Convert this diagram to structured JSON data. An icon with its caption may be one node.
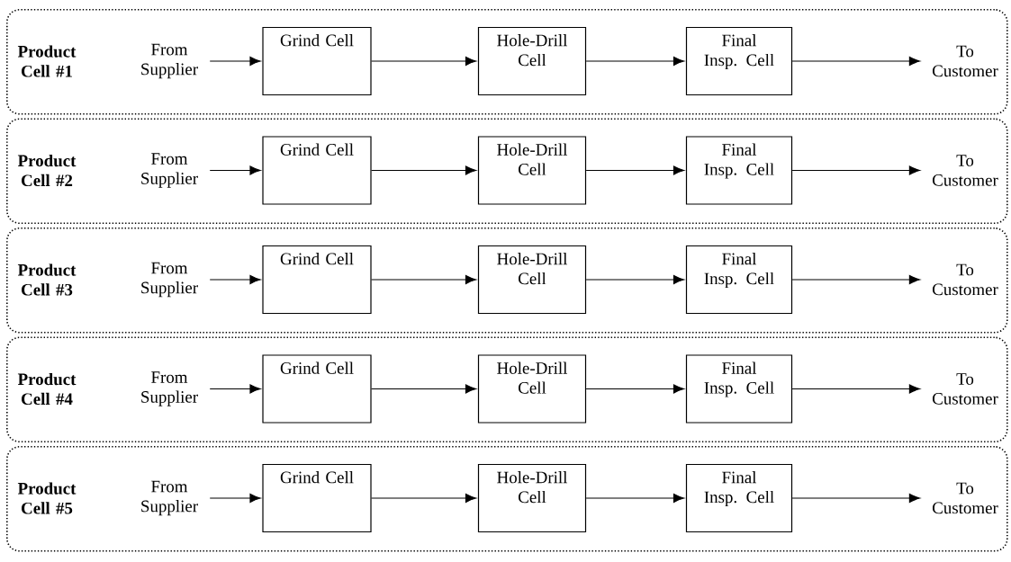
{
  "diagram": {
    "nodes": [
      {
        "text": [
          "Product Cell #1"
        ]
      },
      {
        "text": [
          "From Supplier"
        ],
        "in": 0
      },
      {
        "text": [
          "Grind Cell"
        ],
        "in": 0
      },
      {
        "text": [
          "Hole-Drill Cell"
        ],
        "in": 0
      },
      {
        "text": [
          "Final Insp. Cell"
        ],
        "in": 0
      },
      {
        "text": [
          "To Customer"
        ],
        "in": 0
      },
      {
        "text": [
          "Product Cell #2"
        ]
      },
      {
        "text": [
          "From Supplier"
        ],
        "in": 6
      },
      {
        "text": [
          "Grind Cell"
        ],
        "in": 6
      },
      {
        "text": [
          "Hole-Drill Cell"
        ],
        "in": 6
      },
      {
        "text": [
          "Final Insp. Cell"
        ],
        "in": 6
      },
      {
        "text": [
          "To Customer"
        ],
        "in": 6
      },
      {
        "text": [
          "Product Cell #3"
        ]
      },
      {
        "text": [
          "From Supplier"
        ],
        "in": 12
      },
      {
        "text": [
          "Grind Cell"
        ],
        "in": 12
      },
      {
        "text": [
          "Hole-Drill Cell"
        ],
        "in": 12
      },
      {
        "text": [
          "Final Insp. Cell"
        ],
        "in": 12
      },
      {
        "text": [
          "To Customer"
        ],
        "in": 12
      },
      {
        "text": [
          "Product Cell #4"
        ]
      },
      {
        "text": [
          "From Supplier"
        ],
        "in": 18
      },
      {
        "text": [
          "Grind Cell"
        ],
        "in": 18
      },
      {
        "text": [
          "Hole-Drill Cell"
        ],
        "in": 18
      },
      {
        "text": [
          "Final Insp. Cell"
        ],
        "in": 18
      },
      {
        "text": [
          "To Customer"
        ],
        "in": 18
      },
      {
        "text": [
          "Product Cell #5"
        ]
      },
      {
        "text": [
          "From Supplier"
        ],
        "in": 24
      },
      {
        "text": [
          "Grind Cell"
        ],
        "in": 24
      },
      {
        "text": [
          "Hole-Drill Cell"
        ],
        "in": 24
      },
      {
        "text": [
          "Final Insp. Cell"
        ],
        "in": 24
      },
      {
        "text": [
          "To Customer"
        ],
        "in": 24
      }
    ],
    "edges": [
      {
        "from": 1,
        "to": 2,
        "arrow": "to"
      },
      {
        "from": 2,
        "to": 3,
        "arrow": "to"
      },
      {
        "from": 3,
        "to": 4,
        "arrow": "to"
      },
      {
        "from": 4,
        "to": 5,
        "arrow": "to"
      },
      {
        "from": 7,
        "to": 8,
        "arrow": "to"
      },
      {
        "from": 8,
        "to": 9,
        "arrow": "to"
      },
      {
        "from": 9,
        "to": 10,
        "arrow": "to"
      },
      {
        "from": 10,
        "to": 11,
        "arrow": "to"
      },
      {
        "from": 13,
        "to": 14,
        "arrow": "to"
      },
      {
        "from": 14,
        "to": 15,
        "arrow": "to"
      },
      {
        "from": 15,
        "to": 16,
        "arrow": "to"
      },
      {
        "from": 16,
        "to": 17,
        "arrow": "to"
      },
      {
        "from": 19,
        "to": 20,
        "arrow": "to"
      },
      {
        "from": 20,
        "to": 21,
        "arrow": "to"
      },
      {
        "from": 21,
        "to": 22,
        "arrow": "to"
      },
      {
        "from": 22,
        "to": 23,
        "arrow": "to"
      },
      {
        "from": 25,
        "to": 26,
        "arrow": "to"
      },
      {
        "from": 26,
        "to": 27,
        "arrow": "to"
      },
      {
        "from": 27,
        "to": 28,
        "arrow": "to"
      },
      {
        "from": 28,
        "to": 29,
        "arrow": "to"
      }
    ]
  }
}
